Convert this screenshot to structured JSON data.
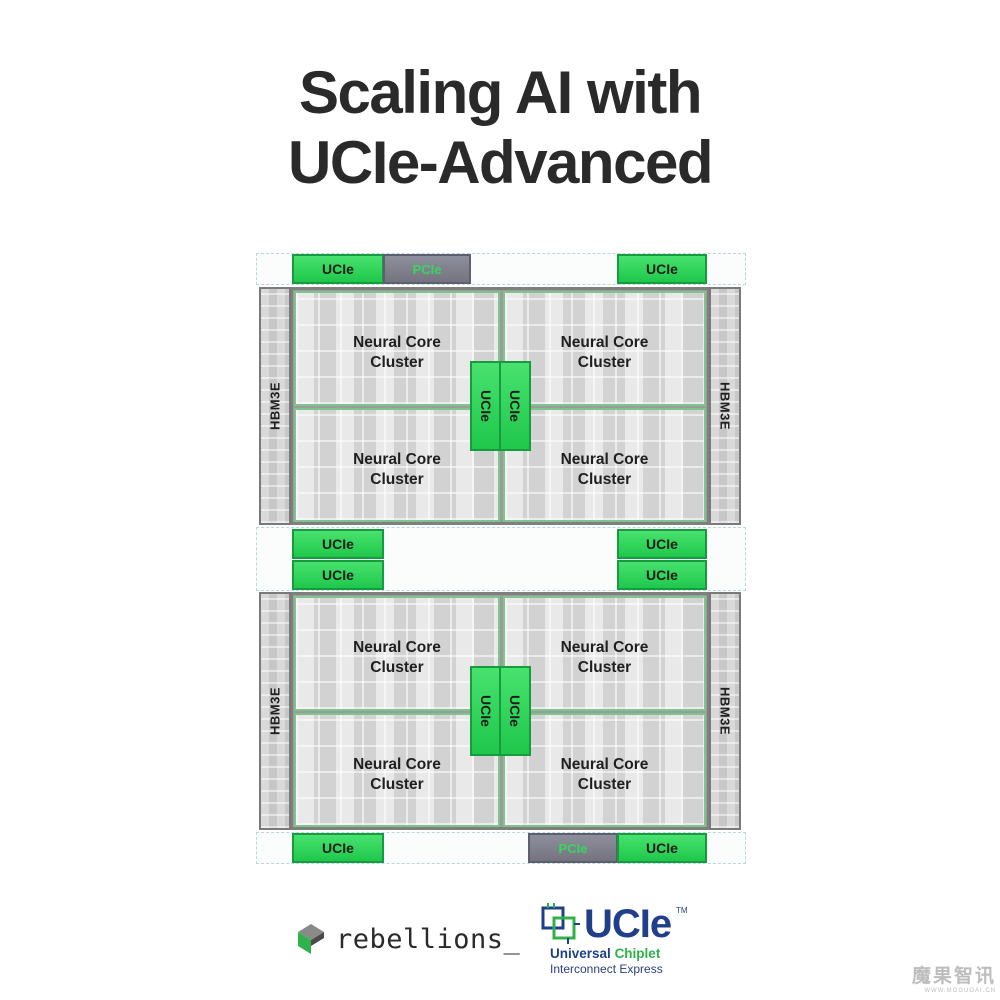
{
  "title": {
    "line1": "Scaling AI with",
    "line2": "UCIe-Advanced"
  },
  "diagram": {
    "core_label_line1": "Neural Core",
    "core_label_line2": "Cluster",
    "memory_label": "HBM3E",
    "ucie_label": "UCIe",
    "pcie_label": "PCIe",
    "colors": {
      "ucie_green": "#2fd35a",
      "pcie_gray": "#7f808b",
      "core_gray": "#dcdcdc",
      "die_border": "#7f7f7f",
      "core_border": "#7fc48c"
    }
  },
  "logos": {
    "rebellions": "rebellions_",
    "ucie_logo": "UCIe",
    "ucie_tm": "TM",
    "ucie_tagline_a": "Universal",
    "ucie_tagline_b": "Chiplet",
    "ucie_tagline_2": "Interconnect Express"
  },
  "watermark": {
    "text": "魔果智讯",
    "url": "WWW.MOGUOAI.CN"
  }
}
